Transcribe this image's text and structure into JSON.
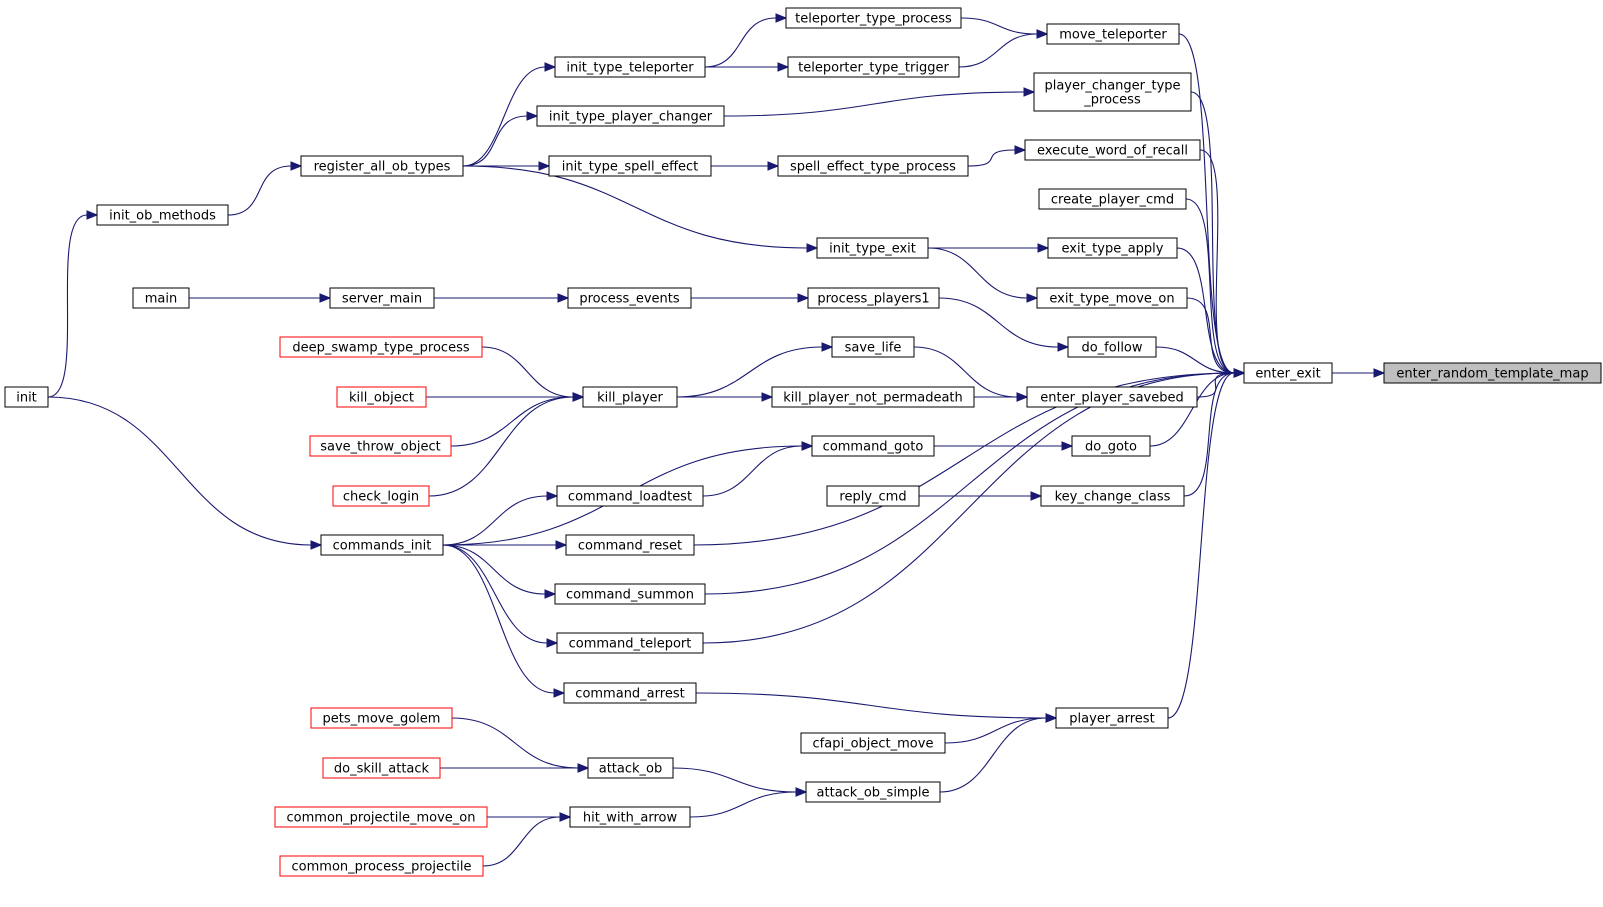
{
  "colors": {
    "edge": "#191970",
    "node_border": "#000000",
    "node_border_truncated": "#ff0000",
    "node_fill": "#ffffff",
    "root_fill": "#bfbfbf"
  },
  "nodes": [
    {
      "id": "enter_random_template_map",
      "label": "enter_random_template_map",
      "style": "root"
    },
    {
      "id": "enter_exit",
      "label": "enter_exit",
      "style": "normal"
    },
    {
      "id": "move_teleporter",
      "label": "move_teleporter",
      "style": "normal"
    },
    {
      "id": "player_changer_type_process",
      "label": "player_changer_type\n_process",
      "style": "normal"
    },
    {
      "id": "execute_word_of_recall",
      "label": "execute_word_of_recall",
      "style": "normal"
    },
    {
      "id": "create_player_cmd",
      "label": "create_player_cmd",
      "style": "normal"
    },
    {
      "id": "exit_type_apply",
      "label": "exit_type_apply",
      "style": "normal"
    },
    {
      "id": "exit_type_move_on",
      "label": "exit_type_move_on",
      "style": "normal"
    },
    {
      "id": "do_follow",
      "label": "do_follow",
      "style": "normal"
    },
    {
      "id": "enter_player_savebed",
      "label": "enter_player_savebed",
      "style": "normal"
    },
    {
      "id": "do_goto",
      "label": "do_goto",
      "style": "normal"
    },
    {
      "id": "key_change_class",
      "label": "key_change_class",
      "style": "normal"
    },
    {
      "id": "player_arrest",
      "label": "player_arrest",
      "style": "normal"
    },
    {
      "id": "teleporter_type_process",
      "label": "teleporter_type_process",
      "style": "normal"
    },
    {
      "id": "teleporter_type_trigger",
      "label": "teleporter_type_trigger",
      "style": "normal"
    },
    {
      "id": "spell_effect_type_process",
      "label": "spell_effect_type_process",
      "style": "normal"
    },
    {
      "id": "init_type_exit",
      "label": "init_type_exit",
      "style": "normal"
    },
    {
      "id": "process_players1",
      "label": "process_players1",
      "style": "normal"
    },
    {
      "id": "save_life",
      "label": "save_life",
      "style": "normal"
    },
    {
      "id": "kill_player_not_permadeath",
      "label": "kill_player_not_permadeath",
      "style": "normal"
    },
    {
      "id": "command_goto",
      "label": "command_goto",
      "style": "normal"
    },
    {
      "id": "reply_cmd",
      "label": "reply_cmd",
      "style": "normal"
    },
    {
      "id": "cfapi_object_move",
      "label": "cfapi_object_move",
      "style": "normal"
    },
    {
      "id": "attack_ob_simple",
      "label": "attack_ob_simple",
      "style": "normal"
    },
    {
      "id": "init_type_teleporter",
      "label": "init_type_teleporter",
      "style": "normal"
    },
    {
      "id": "init_type_player_changer",
      "label": "init_type_player_changer",
      "style": "normal"
    },
    {
      "id": "init_type_spell_effect",
      "label": "init_type_spell_effect",
      "style": "normal"
    },
    {
      "id": "process_events",
      "label": "process_events",
      "style": "normal"
    },
    {
      "id": "kill_player",
      "label": "kill_player",
      "style": "normal"
    },
    {
      "id": "command_loadtest",
      "label": "command_loadtest",
      "style": "normal"
    },
    {
      "id": "command_reset",
      "label": "command_reset",
      "style": "normal"
    },
    {
      "id": "command_summon",
      "label": "command_summon",
      "style": "normal"
    },
    {
      "id": "command_teleport",
      "label": "command_teleport",
      "style": "normal"
    },
    {
      "id": "command_arrest",
      "label": "command_arrest",
      "style": "normal"
    },
    {
      "id": "attack_ob",
      "label": "attack_ob",
      "style": "normal"
    },
    {
      "id": "hit_with_arrow",
      "label": "hit_with_arrow",
      "style": "normal"
    },
    {
      "id": "register_all_ob_types",
      "label": "register_all_ob_types",
      "style": "normal"
    },
    {
      "id": "server_main",
      "label": "server_main",
      "style": "normal"
    },
    {
      "id": "commands_init",
      "label": "commands_init",
      "style": "normal"
    },
    {
      "id": "deep_swamp_type_process",
      "label": "deep_swamp_type_process",
      "style": "truncated"
    },
    {
      "id": "kill_object",
      "label": "kill_object",
      "style": "truncated"
    },
    {
      "id": "save_throw_object",
      "label": "save_throw_object",
      "style": "truncated"
    },
    {
      "id": "check_login",
      "label": "check_login",
      "style": "truncated"
    },
    {
      "id": "pets_move_golem",
      "label": "pets_move_golem",
      "style": "truncated"
    },
    {
      "id": "do_skill_attack",
      "label": "do_skill_attack",
      "style": "truncated"
    },
    {
      "id": "common_projectile_move_on",
      "label": "common_projectile_move_on",
      "style": "truncated"
    },
    {
      "id": "common_process_projectile",
      "label": "common_process_projectile",
      "style": "truncated"
    },
    {
      "id": "init_ob_methods",
      "label": "init_ob_methods",
      "style": "normal"
    },
    {
      "id": "main",
      "label": "main",
      "style": "normal"
    },
    {
      "id": "init",
      "label": "init",
      "style": "normal"
    }
  ],
  "edges": [
    {
      "from": "enter_exit",
      "to": "enter_random_template_map"
    },
    {
      "from": "move_teleporter",
      "to": "enter_exit"
    },
    {
      "from": "player_changer_type_process",
      "to": "enter_exit"
    },
    {
      "from": "execute_word_of_recall",
      "to": "enter_exit"
    },
    {
      "from": "create_player_cmd",
      "to": "enter_exit"
    },
    {
      "from": "exit_type_apply",
      "to": "enter_exit"
    },
    {
      "from": "exit_type_move_on",
      "to": "enter_exit"
    },
    {
      "from": "do_follow",
      "to": "enter_exit"
    },
    {
      "from": "enter_player_savebed",
      "to": "enter_exit"
    },
    {
      "from": "do_goto",
      "to": "enter_exit"
    },
    {
      "from": "key_change_class",
      "to": "enter_exit"
    },
    {
      "from": "command_reset",
      "to": "enter_exit"
    },
    {
      "from": "command_summon",
      "to": "enter_exit"
    },
    {
      "from": "command_teleport",
      "to": "enter_exit"
    },
    {
      "from": "player_arrest",
      "to": "enter_exit"
    },
    {
      "from": "teleporter_type_process",
      "to": "move_teleporter"
    },
    {
      "from": "teleporter_type_trigger",
      "to": "move_teleporter"
    },
    {
      "from": "init_type_player_changer",
      "to": "player_changer_type_process"
    },
    {
      "from": "spell_effect_type_process",
      "to": "execute_word_of_recall"
    },
    {
      "from": "init_type_exit",
      "to": "exit_type_apply"
    },
    {
      "from": "init_type_exit",
      "to": "exit_type_move_on"
    },
    {
      "from": "process_players1",
      "to": "do_follow"
    },
    {
      "from": "save_life",
      "to": "enter_player_savebed"
    },
    {
      "from": "kill_player_not_permadeath",
      "to": "enter_player_savebed"
    },
    {
      "from": "command_goto",
      "to": "do_goto"
    },
    {
      "from": "reply_cmd",
      "to": "key_change_class"
    },
    {
      "from": "command_arrest",
      "to": "player_arrest"
    },
    {
      "from": "cfapi_object_move",
      "to": "player_arrest"
    },
    {
      "from": "attack_ob_simple",
      "to": "player_arrest"
    },
    {
      "from": "init_type_teleporter",
      "to": "teleporter_type_process"
    },
    {
      "from": "init_type_teleporter",
      "to": "teleporter_type_trigger"
    },
    {
      "from": "init_type_spell_effect",
      "to": "spell_effect_type_process"
    },
    {
      "from": "register_all_ob_types",
      "to": "init_type_exit"
    },
    {
      "from": "process_events",
      "to": "process_players1"
    },
    {
      "from": "kill_player",
      "to": "save_life"
    },
    {
      "from": "kill_player",
      "to": "kill_player_not_permadeath"
    },
    {
      "from": "commands_init",
      "to": "command_goto"
    },
    {
      "from": "command_loadtest",
      "to": "command_goto"
    },
    {
      "from": "attack_ob",
      "to": "attack_ob_simple"
    },
    {
      "from": "hit_with_arrow",
      "to": "attack_ob_simple"
    },
    {
      "from": "register_all_ob_types",
      "to": "init_type_teleporter"
    },
    {
      "from": "register_all_ob_types",
      "to": "init_type_player_changer"
    },
    {
      "from": "register_all_ob_types",
      "to": "init_type_spell_effect"
    },
    {
      "from": "server_main",
      "to": "process_events"
    },
    {
      "from": "deep_swamp_type_process",
      "to": "kill_player"
    },
    {
      "from": "kill_object",
      "to": "kill_player"
    },
    {
      "from": "save_throw_object",
      "to": "kill_player"
    },
    {
      "from": "check_login",
      "to": "kill_player"
    },
    {
      "from": "commands_init",
      "to": "command_loadtest"
    },
    {
      "from": "commands_init",
      "to": "command_reset"
    },
    {
      "from": "commands_init",
      "to": "command_summon"
    },
    {
      "from": "commands_init",
      "to": "command_teleport"
    },
    {
      "from": "commands_init",
      "to": "command_arrest"
    },
    {
      "from": "pets_move_golem",
      "to": "attack_ob"
    },
    {
      "from": "do_skill_attack",
      "to": "attack_ob"
    },
    {
      "from": "common_projectile_move_on",
      "to": "hit_with_arrow"
    },
    {
      "from": "common_process_projectile",
      "to": "hit_with_arrow"
    },
    {
      "from": "init_ob_methods",
      "to": "register_all_ob_types"
    },
    {
      "from": "main",
      "to": "server_main"
    },
    {
      "from": "init",
      "to": "commands_init"
    },
    {
      "from": "init",
      "to": "init_ob_methods"
    }
  ]
}
